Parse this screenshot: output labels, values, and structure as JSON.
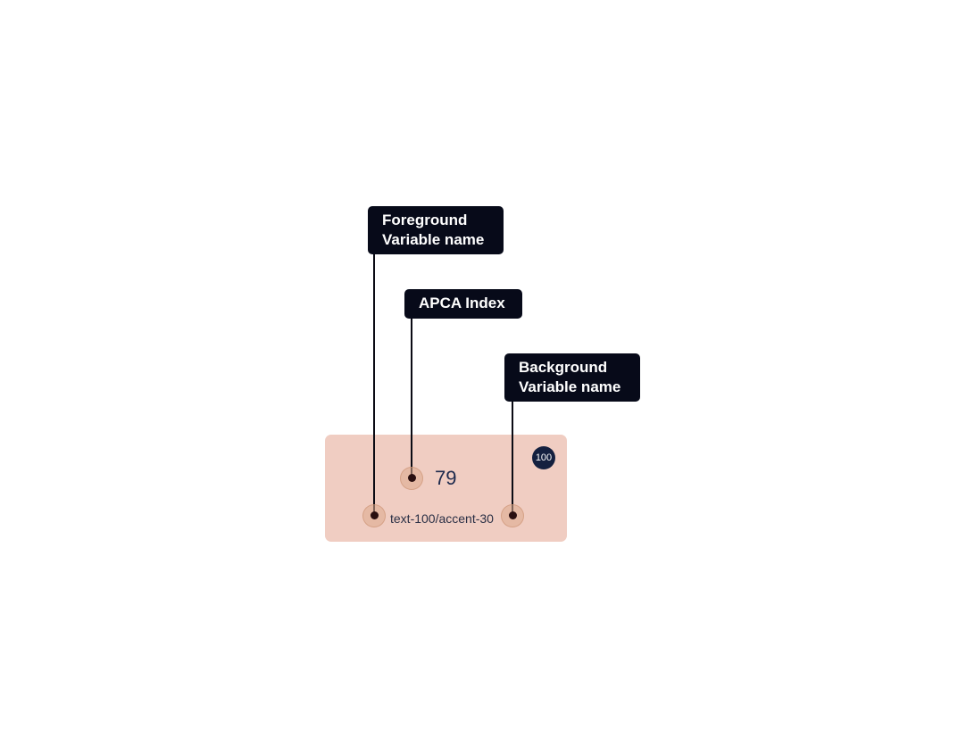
{
  "tags": {
    "foreground": {
      "line1": "Foreground",
      "line2": "Variable name"
    },
    "apca": {
      "label": "APCA Index"
    },
    "background": {
      "line1": "Background",
      "line2": "Variable name"
    }
  },
  "swatch": {
    "apca_value": "79",
    "pair_label": "text-100/accent-30",
    "badge": "100",
    "background_color": "#f0cdc2",
    "badge_color": "#14203f"
  }
}
